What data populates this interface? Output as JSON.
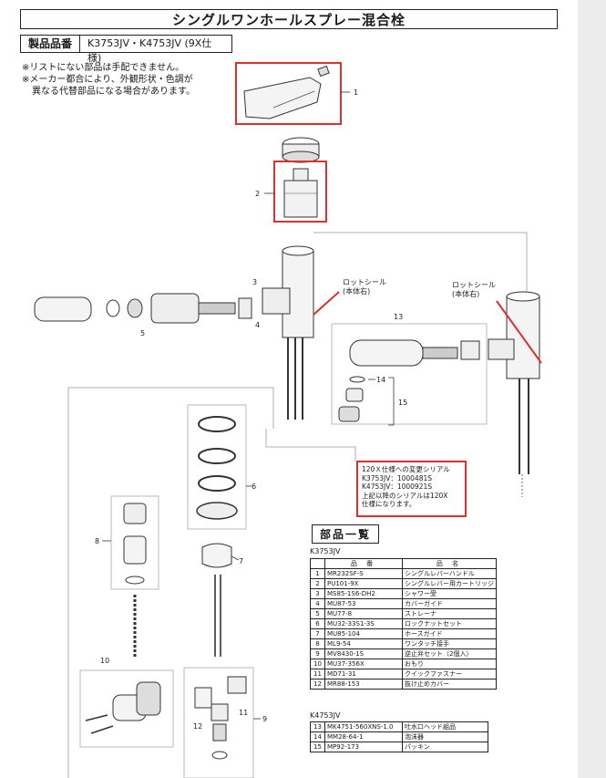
{
  "document": {
    "title": "シングルワンホールスプレー混合栓",
    "product_number_label": "製品品番",
    "product_number_value": "K3753JV・K4753JV (9X仕様)",
    "notes": [
      "※リストにない部品は手配できません。",
      "※メーカー都合により、外観形状・色調が",
      "異なる代替部品になる場合があります。"
    ]
  },
  "diagram": {
    "callouts": [
      "1",
      "2",
      "3",
      "4",
      "5",
      "6",
      "7",
      "8",
      "9",
      "10",
      "11",
      "12",
      "13",
      "14",
      "15"
    ],
    "rod_seal_label_1": "ロットシール",
    "rod_seal_sub_1": "(本体右)",
    "rod_seal_label_2": "ロットシール",
    "rod_seal_sub_2": "(本体右)",
    "highlight_color": "#d93030"
  },
  "serial_note": {
    "lines": [
      "120Ｘ仕様への変更シリアル",
      "K3753JV：1000481S",
      "K4753JV：1000921S",
      "上記以降のシリアルは120X",
      "仕様になります。"
    ]
  },
  "parts_list": {
    "title": "部品一覧",
    "header_part_no": "品 番",
    "header_name": "品 名",
    "model_a": "K3753JV",
    "model_b": "K4753JV",
    "rows_a": [
      {
        "no": "1",
        "part": "MR232SF-S",
        "name": "シングルレバーハンドル"
      },
      {
        "no": "2",
        "part": "PU101-9X",
        "name": "シングルレバー用カートリッジ"
      },
      {
        "no": "3",
        "part": "MS85-1S6-DH2",
        "name": "シャワー受"
      },
      {
        "no": "4",
        "part": "MU87-53",
        "name": "カバーガイド"
      },
      {
        "no": "5",
        "part": "MU77-8",
        "name": "ストレーナ"
      },
      {
        "no": "6",
        "part": "MU32-33S1-3S",
        "name": "ロックナットセット"
      },
      {
        "no": "7",
        "part": "MU85-104",
        "name": "ホースガイド"
      },
      {
        "no": "8",
        "part": "ML9-54",
        "name": "ワンタッチ接手"
      },
      {
        "no": "9",
        "part": "MV8430-1S",
        "name": "逆止弁セット（2個入）"
      },
      {
        "no": "10",
        "part": "MU37-356X",
        "name": "おもり"
      },
      {
        "no": "11",
        "part": "MD71-31",
        "name": "クイックファスナー"
      },
      {
        "no": "12",
        "part": "MR88-153",
        "name": "抜け止めカバー"
      }
    ],
    "rows_b": [
      {
        "no": "13",
        "part": "MK4751-560XNS-1.0",
        "name": "吐水口ヘッド組品"
      },
      {
        "no": "14",
        "part": "MM28-64-1",
        "name": "泡沫器"
      },
      {
        "no": "15",
        "part": "MP92-173",
        "name": "パッキン"
      }
    ]
  }
}
